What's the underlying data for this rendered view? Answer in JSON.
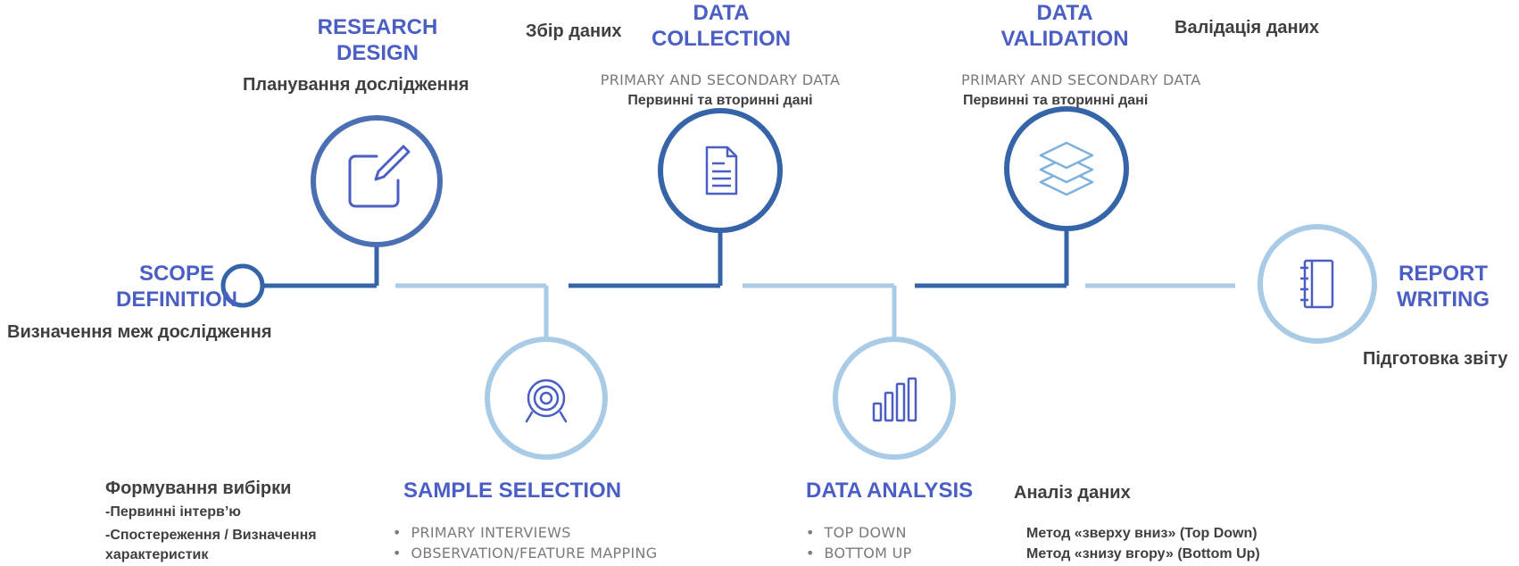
{
  "stages": {
    "scope": {
      "title_l1": "SCOPE",
      "title_l2": "DEFINITION",
      "ua": "Визначення меж дослідження",
      "icon": "circle-node-icon"
    },
    "research": {
      "title_l1": "RESEARCH",
      "title_l2": "DESIGN",
      "ua": "Планування дослідження",
      "icon": "pencil-edit-icon"
    },
    "sample": {
      "title": "SAMPLE SELECTION",
      "ua_title": "Формування вибірки",
      "ua_items": [
        "-Первинні інтерв’ю",
        "-Спостереження / Визначення",
        "характеристик"
      ],
      "items": [
        "PRIMARY INTERVIEWS",
        "OBSERVATION/FEATURE MAPPING"
      ],
      "icon": "target-icon"
    },
    "collection": {
      "title_l1": "DATA",
      "title_l2": "COLLECTION",
      "ua": "Збір даних",
      "sub": "PRIMARY AND SECONDARY DATA",
      "sub_ua": "Первинні та вторинні дані",
      "icon": "document-icon"
    },
    "analysis": {
      "title": "DATA ANALYSIS",
      "ua_title": "Аналіз даних",
      "items": [
        "TOP DOWN",
        "BOTTOM UP"
      ],
      "ua_items": [
        "Метод «зверху вниз» (Top Down)",
        "Метод «знизу вгору» (Bottom Up)"
      ],
      "icon": "bar-chart-icon"
    },
    "validation": {
      "title_l1": "DATA",
      "title_l2": "VALIDATION",
      "ua": "Валідація даних",
      "sub": "PRIMARY AND SECONDARY DATA",
      "sub_ua": "Первинні та вторинні дані",
      "icon": "layers-icon"
    },
    "report": {
      "title_l1": "REPORT",
      "title_l2": "WRITING",
      "ua": "Підготовка звіту",
      "icon": "notebook-icon"
    }
  },
  "bullet": "•",
  "colors": {
    "dark_blue": "#3565a8",
    "light_blue": "#a9cbe6",
    "title_blue": "#4b5ec4",
    "text_gray": "#3f3f3f",
    "sub_gray": "#7a7a7a"
  }
}
